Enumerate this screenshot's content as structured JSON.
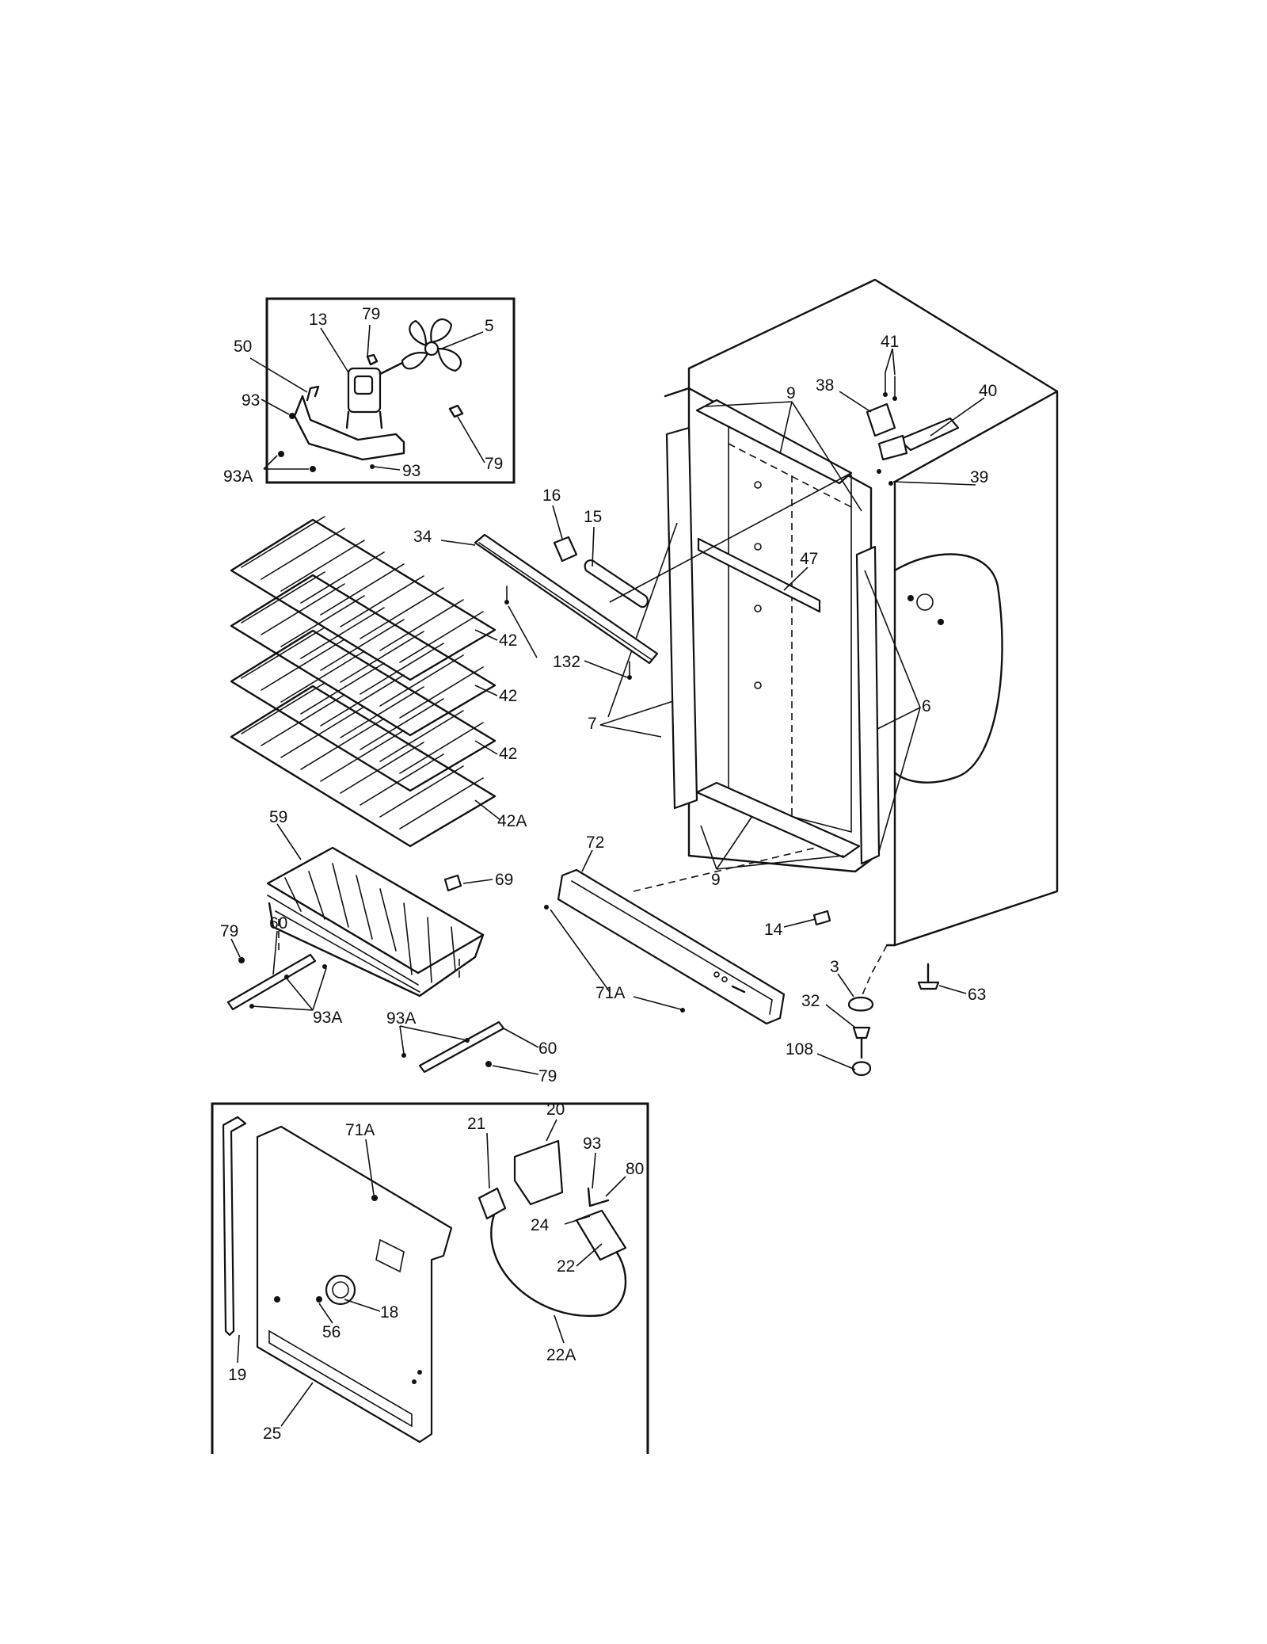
{
  "diagram": {
    "callouts": {
      "c13": "13",
      "c79_top": "79",
      "c5": "5",
      "c50": "50",
      "c93_top": "93",
      "c79_mid": "79",
      "c93A_top": "93A",
      "c93_fan": "93",
      "c41": "41",
      "c38": "38",
      "c40": "40",
      "c9_top": "9",
      "c39": "39",
      "c16": "16",
      "c15": "15",
      "c34": "34",
      "c47": "47",
      "c132": "132",
      "c42_a": "42",
      "c42_b": "42",
      "c42_c": "42",
      "c42A": "42A",
      "c7": "7",
      "c6": "6",
      "c9_bottom": "9",
      "c59": "59",
      "c69": "69",
      "c72": "72",
      "c14": "14",
      "c79_l": "79",
      "c60_l": "60",
      "c93A_l": "93A",
      "c93A_m": "93A",
      "c60_r": "60",
      "c79_r": "79",
      "c71A_top": "71A",
      "c3": "3",
      "c63": "63",
      "c32": "32",
      "c108": "108",
      "c71A_bot": "71A",
      "c20": "20",
      "c21": "21",
      "c93_bot": "93",
      "c80": "80",
      "c24": "24",
      "c22": "22",
      "c18": "18",
      "c56": "56",
      "c22A": "22A",
      "c19": "19",
      "c25": "25"
    }
  }
}
